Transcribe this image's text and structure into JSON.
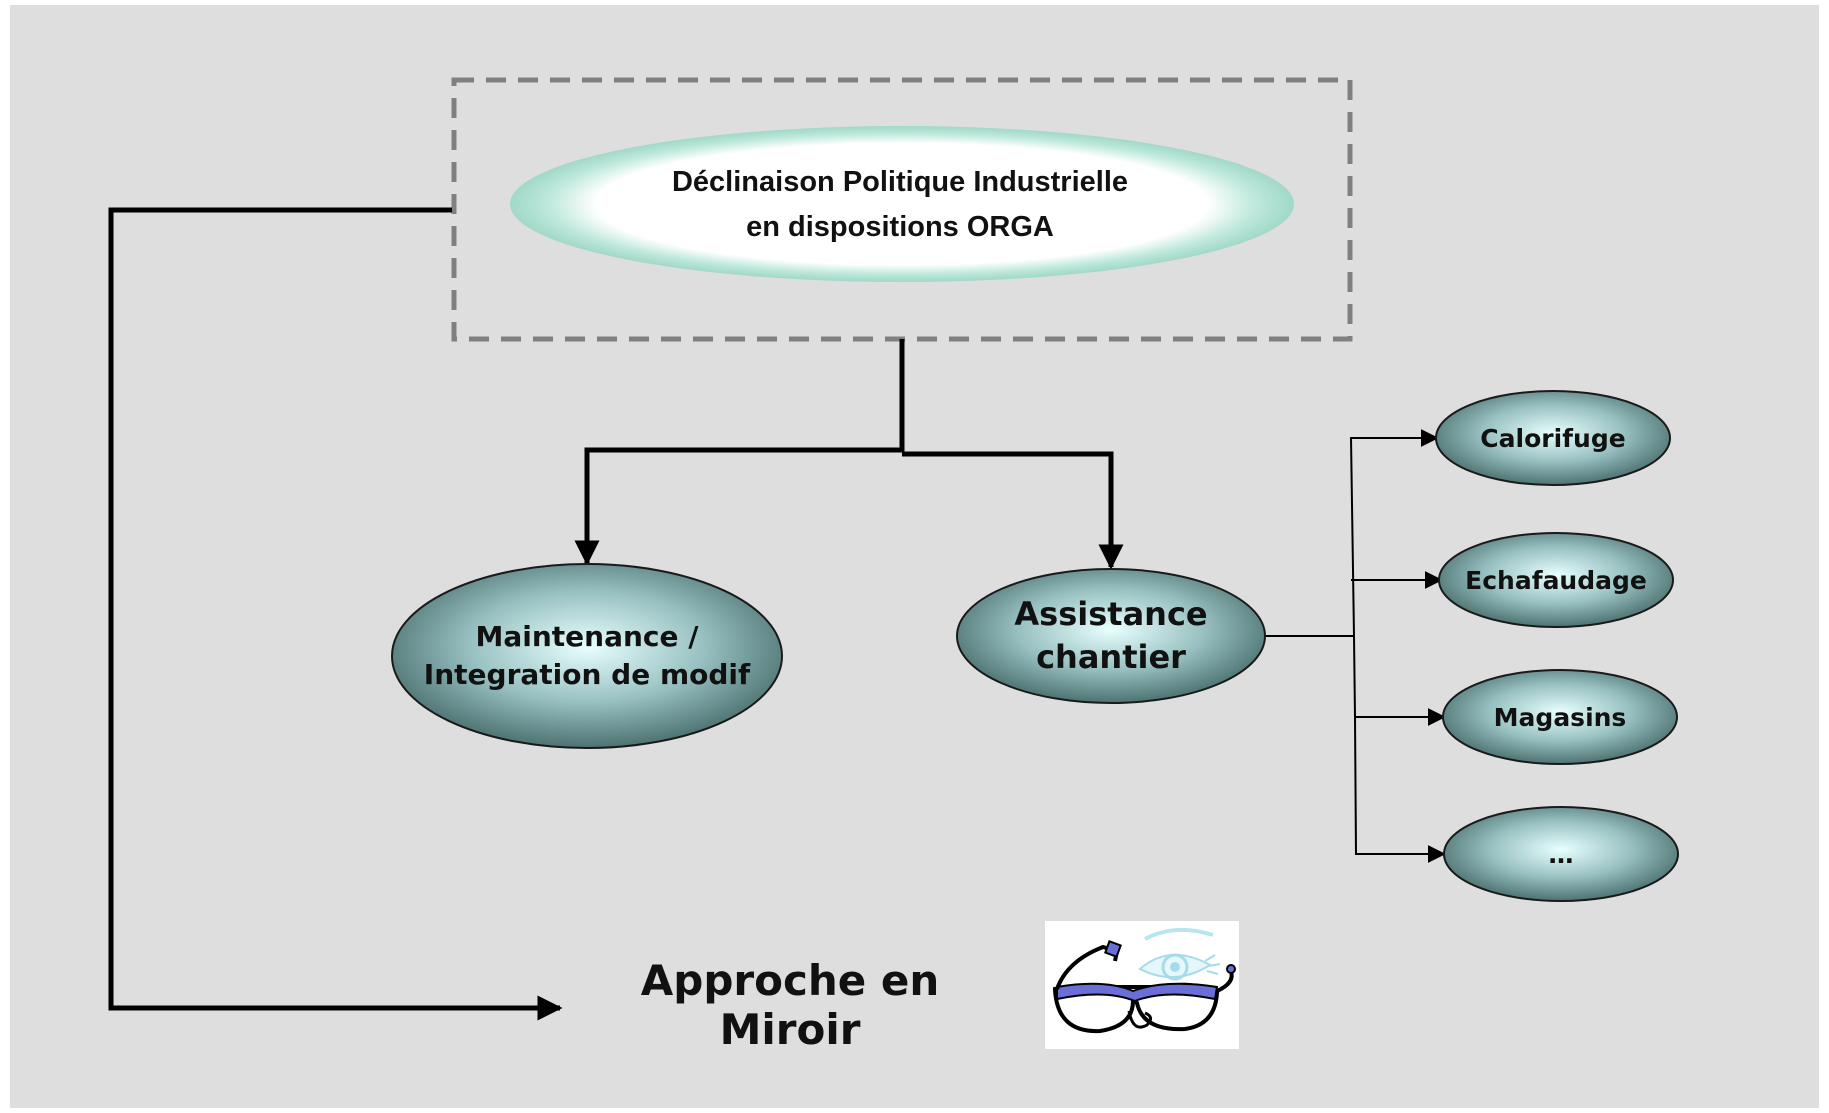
{
  "root": {
    "line1": "Déclinaison Politique Industrielle",
    "line2": "en dispositions ORGA"
  },
  "branches": {
    "maintenance": {
      "line1": "Maintenance /",
      "line2": "Integration de modif"
    },
    "assistance": {
      "line1": "Assistance",
      "line2": "chantier"
    }
  },
  "sub_items": [
    "Calorifuge",
    "Echafaudage",
    "Magasins",
    "…"
  ],
  "mirror": {
    "label": "Approche en Miroir",
    "clipart": "glasses-eye-icon"
  },
  "colors": {
    "background": "#dedede",
    "node_dark": "#4d7272",
    "node_light": "#e8ffff",
    "root_glow": "#9ad8c6",
    "dashed_border": "#808080",
    "line": "#000000"
  }
}
